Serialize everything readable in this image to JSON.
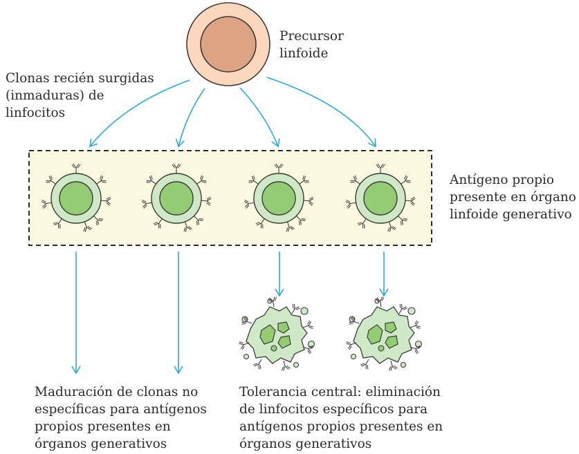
{
  "labels": {
    "precursor": [
      "Precursor",
      "linfoide"
    ],
    "new_clones": [
      "Clonas recién surgidas",
      "(inmaduras) de",
      "linfocitos"
    ],
    "self_antigen": [
      "Antígeno propio",
      "presente en órgano",
      "linfoide generativo"
    ],
    "maturation": [
      "Maduración de clonas no",
      "específicas para antígenos",
      "propios presentes en",
      "órganos generativos"
    ],
    "tolerance": [
      "Tolerancia central: eliminación",
      "de linfocitos específicos para",
      "antígenos propios presentes en",
      "órganos generativos"
    ]
  },
  "colors": {
    "arrow": "#29a9e0",
    "precursor_outer": "#fbd7bd",
    "precursor_inner": "#dca483",
    "box_fill": "#fbf9e0",
    "cell_outer": "#cfe8c6",
    "cell_nucleus": "#94cc74",
    "outline": "#3a3a3a"
  }
}
